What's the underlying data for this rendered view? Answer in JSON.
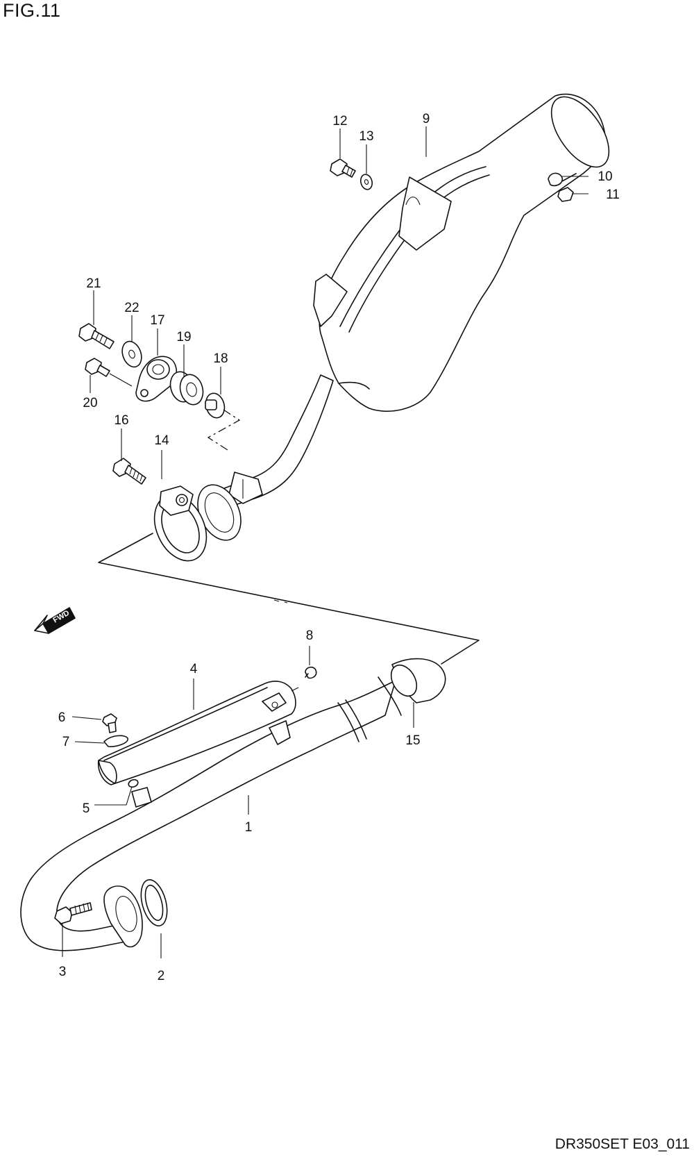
{
  "figure_title": "FIG.11",
  "drawing_code": "DR350SET E03_011",
  "fwd_label": "FWD",
  "callouts": {
    "p1": "1",
    "p2": "2",
    "p3": "3",
    "p4": "4",
    "p5": "5",
    "p6": "6",
    "p7": "7",
    "p8": "8",
    "p9": "9",
    "p10": "10",
    "p11": "11",
    "p12": "12",
    "p13": "13",
    "p14": "14",
    "p15": "15",
    "p16": "16",
    "p17": "17",
    "p18": "18",
    "p19": "19",
    "p20": "20",
    "p21": "21",
    "p22": "22"
  }
}
